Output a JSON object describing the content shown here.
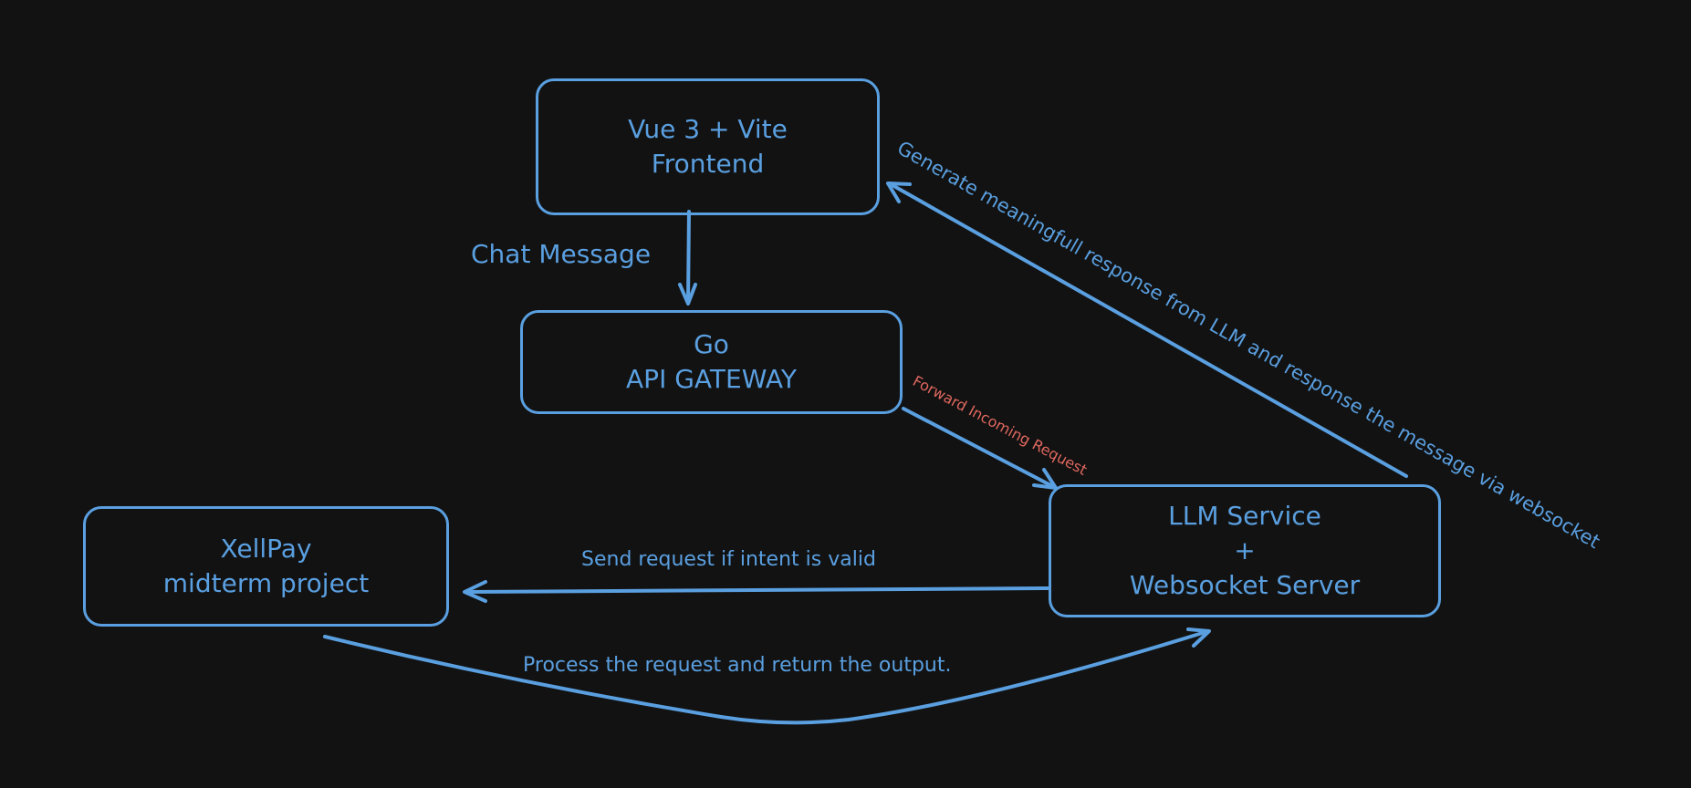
{
  "colors": {
    "background": "#121212",
    "stroke": "#5a9fe0",
    "accent_red": "#e0685f"
  },
  "nodes": {
    "frontend": {
      "line1": "Vue 3 + Vite",
      "line2": "Frontend"
    },
    "gateway": {
      "line1": "Go",
      "line2": "API GATEWAY"
    },
    "llm": {
      "line1": "LLM Service",
      "line2": "+",
      "line3": "Websocket Server"
    },
    "xellpay": {
      "line1": "XellPay",
      "line2": "midterm project"
    }
  },
  "edges": {
    "chat_message": "Chat Message",
    "forward_request": "Forward Incoming Request",
    "generate_response": "Generate meaningfull response from LLM and response the message via websocket",
    "send_request": "Send request if intent is valid",
    "process_request": "Process the request and return the output."
  }
}
